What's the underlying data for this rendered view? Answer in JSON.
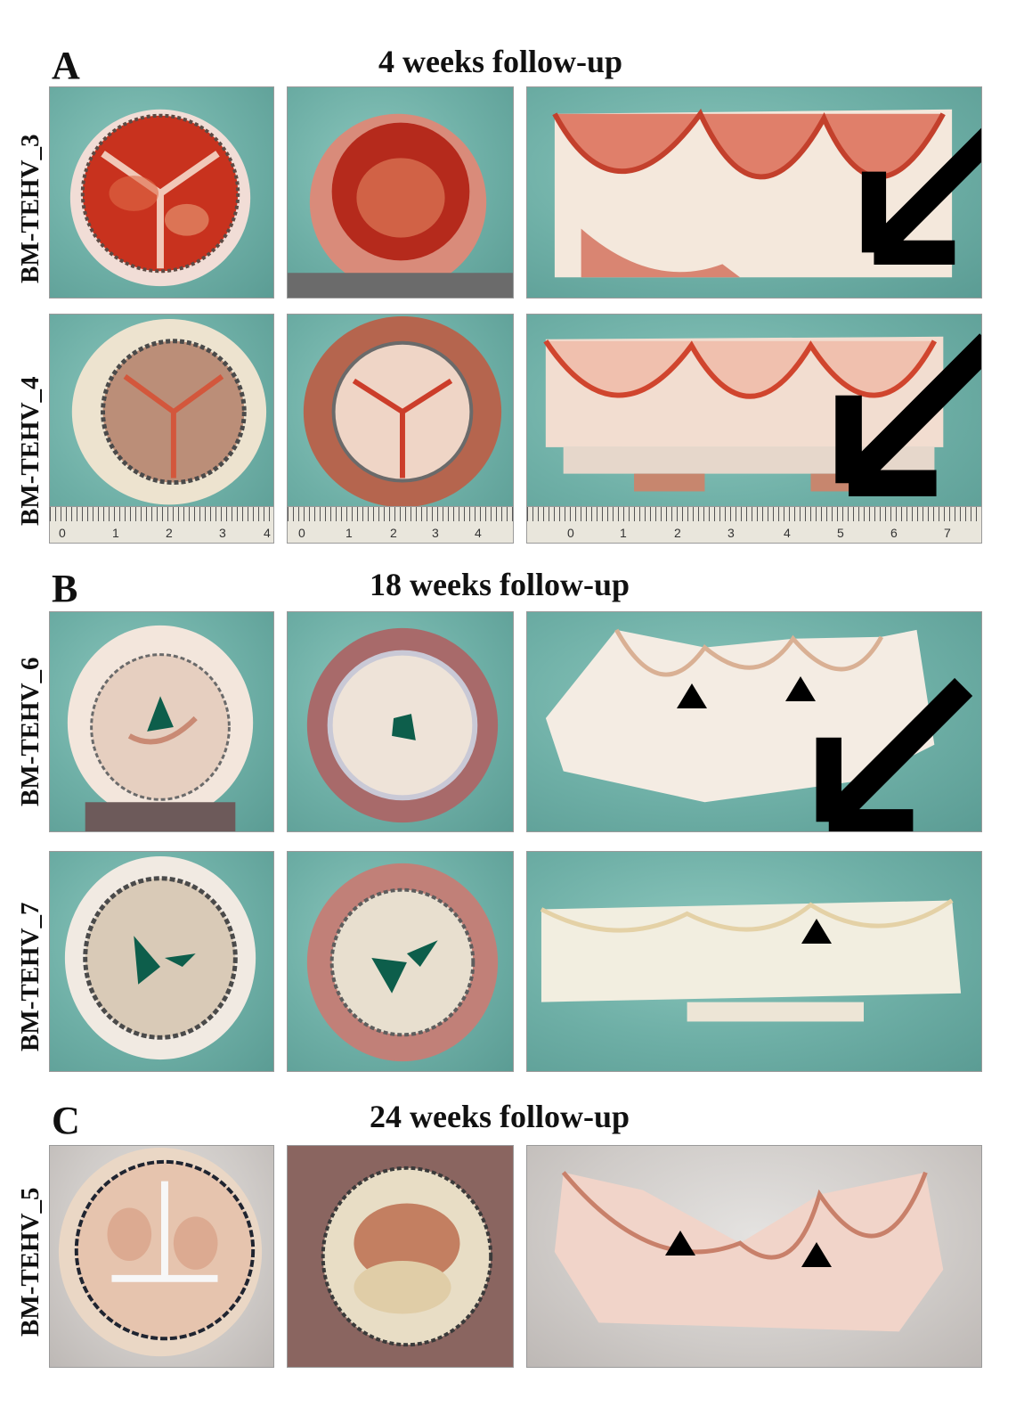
{
  "panels": [
    {
      "letter": "A",
      "title": "4 weeks follow-up"
    },
    {
      "letter": "B",
      "title": "18 weeks follow-up"
    },
    {
      "letter": "C",
      "title": "24 weeks follow-up"
    }
  ],
  "rows": [
    {
      "label": "BM-TEHV_3"
    },
    {
      "label": "BM-TEHV_4"
    },
    {
      "label": "BM-TEHV_6"
    },
    {
      "label": "BM-TEHV_7"
    },
    {
      "label": "BM-TEHV_5"
    }
  ],
  "rulers": {
    "row4_col1": [
      "0",
      "1",
      "2",
      "3",
      "4"
    ],
    "row4_col2": [
      "0",
      "1",
      "2",
      "3",
      "4"
    ],
    "row4_col3": [
      "0",
      "1",
      "2",
      "3",
      "4",
      "5",
      "6",
      "7"
    ]
  }
}
